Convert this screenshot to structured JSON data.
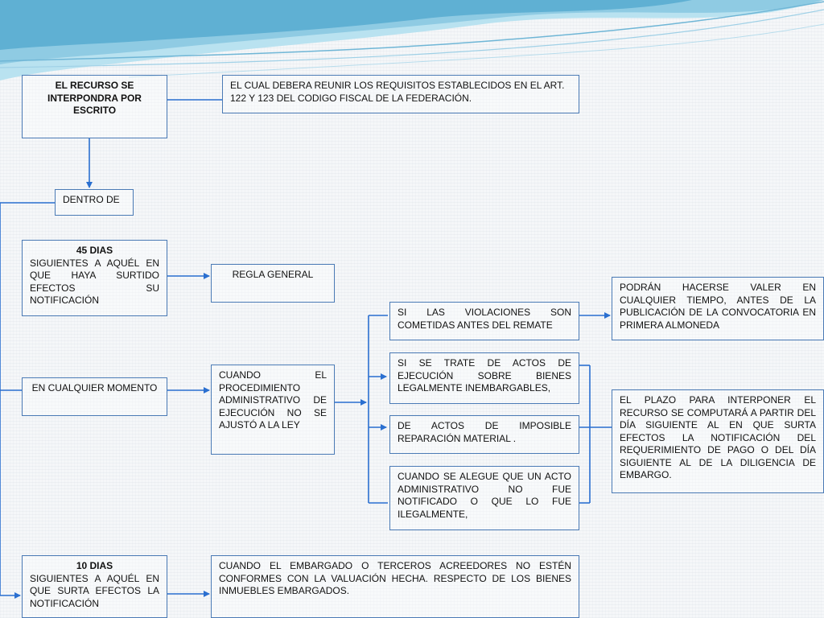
{
  "boxes": {
    "escrito": "EL  RECURSO SE INTERPONDRA POR ESCRITO",
    "requisitos": "EL CUAL DEBERA REUNIR LOS REQUISITOS ESTABLECIDOS EN EL ART. 122 Y 123 DEL CODIGO FISCAL DE LA FEDERACIÓN.",
    "dentro_de": "DENTRO DE",
    "dias45_title": "45 DIAS",
    "dias45_text": "SIGUIENTES A AQUÉL EN QUE HAYA SURTIDO EFECTOS SU NOTIFICACIÓN",
    "regla_general": "REGLA GENERAL",
    "violaciones": "SI LAS VIOLACIONES SON COMETIDAS ANTES DEL REMATE",
    "podran": "PODRÁN HACERSE VALER EN CUALQUIER TIEMPO, ANTES DE LA PUBLICACIÓN DE LA CONVOCATORIA EN PRIMERA ALMONEDA",
    "inembargables": "SI SE TRATE DE ACTOS DE EJECUCIÓN SOBRE BIENES LEGALMENTE INEMBARGABLES,",
    "cualquier_momento": "EN CUALQUIER MOMENTO",
    "procedimiento": "CUANDO EL PROCEDIMIENTO ADMINISTRATIVO DE EJECUCIÓN NO SE AJUSTÓ A LA LEY",
    "imposible": "DE ACTOS DE IMPOSIBLE REPARACIÓN MATERIAL .",
    "plazo": "EL PLAZO PARA INTERPONER EL RECURSO SE COMPUTARÁ A PARTIR DEL DÍA SIGUIENTE AL EN QUE SURTA EFECTOS LA NOTIFICACIÓN DEL REQUERIMIENTO DE PAGO O DEL DÍA SIGUIENTE AL DE LA DILIGENCIA DE EMBARGO.",
    "no_notificado": "CUANDO SE ALEGUE QUE UN ACTO ADMINISTRATIVO NO FUE NOTIFICADO O QUE LO FUE ILEGALMENTE,",
    "dias10_title": "10 DIAS",
    "dias10_text": "SIGUIENTES A AQUÉL EN QUE SURTA EFECTOS LA NOTIFICACIÓN",
    "embargado": "CUANDO EL EMBARGADO O TERCEROS ACREEDORES  NO ESTÉN CONFORMES CON LA VALUACIÓN HECHA. RESPECTO DE LOS BIENES  INMUEBLES EMBARGADOS."
  },
  "colors": {
    "connector": "#2a6fd0",
    "border": "#4a7ab5",
    "wave_light": "#9fd6ea",
    "wave_dark": "#5aaed0"
  }
}
